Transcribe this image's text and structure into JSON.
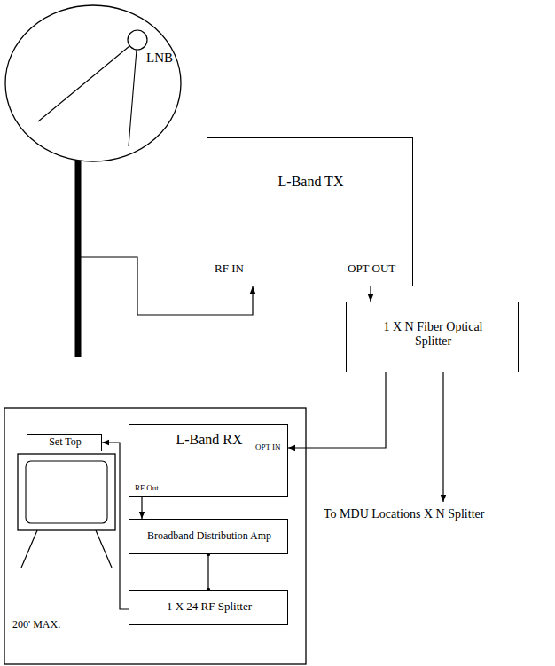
{
  "diagram": {
    "nodes": [
      {
        "text": [
          "LNB"
        ]
      },
      {
        "text": [
          "L-Band TX",
          "RF IN",
          "OPT OUT"
        ]
      },
      {
        "text": [
          "1 X N Fiber Optical Splitter"
        ]
      },
      {
        "text": [
          "Set Top"
        ]
      },
      {
        "text": [
          "L-Band RX",
          "OPT IN",
          "RF Out"
        ]
      },
      {
        "text": [
          "Broadband Distribution Amp"
        ]
      },
      {
        "text": [
          "1 X 24 RF Splitter"
        ]
      }
    ],
    "edges": [
      {
        "from": 0,
        "to": 1,
        "arrow": "to"
      },
      {
        "from": 1,
        "to": 2,
        "arrow": "to"
      },
      {
        "from": 2,
        "to": 4,
        "arrow": "to"
      },
      {
        "from": 4,
        "to": 5,
        "arrow": "to"
      },
      {
        "from": 5,
        "to": 6,
        "arrow": "none"
      },
      {
        "from": 6,
        "to": 3,
        "arrow": "to",
        "label": "200' MAX."
      }
    ],
    "labels": [
      "To MDU Locations X N Splitter"
    ]
  }
}
